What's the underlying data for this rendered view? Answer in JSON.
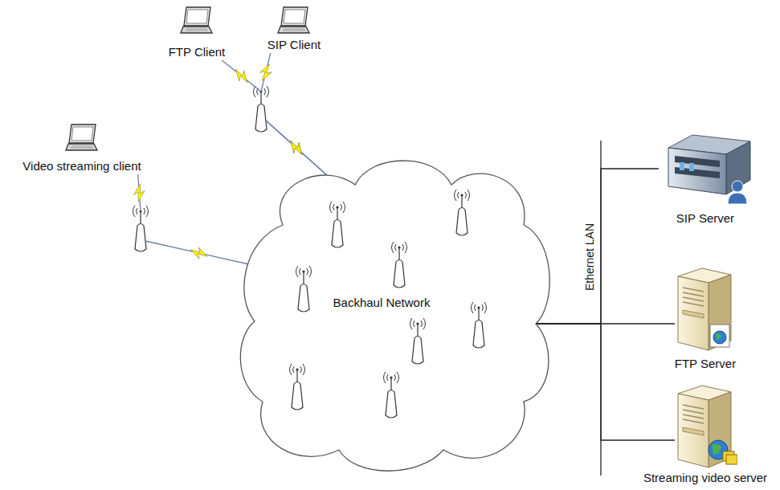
{
  "diagram": {
    "nodes": [
      {
        "text": [
          "FTP Client"
        ]
      },
      {
        "text": [
          "SIP Client"
        ]
      },
      {
        "text": [
          "Video streaming client"
        ]
      },
      {
        "text": [
          "Backhaul Network"
        ]
      },
      {
        "text": [
          "SIP Server"
        ]
      },
      {
        "text": [
          "FTP Server"
        ]
      },
      {
        "text": [
          "Streaming video server"
        ]
      }
    ],
    "edges": [
      {
        "from": 0,
        "to": 3,
        "arrow": "none"
      },
      {
        "from": 1,
        "to": 3,
        "arrow": "none"
      },
      {
        "from": 2,
        "to": 3,
        "arrow": "none"
      },
      {
        "from": 3,
        "to": 4,
        "arrow": "none"
      },
      {
        "from": 3,
        "to": 5,
        "arrow": "none"
      },
      {
        "from": 3,
        "to": 6,
        "arrow": "none"
      }
    ],
    "labels": [
      "Ethernet LAN"
    ]
  }
}
